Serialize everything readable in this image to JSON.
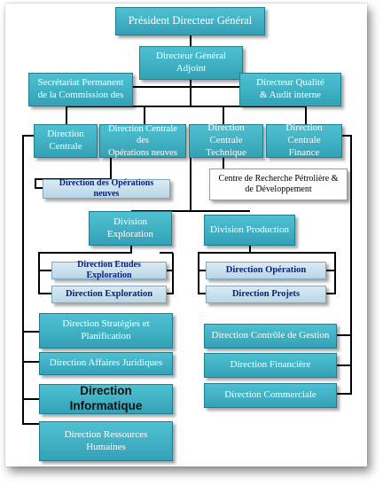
{
  "org": {
    "pdg": "Président Directeur Général",
    "dga": [
      "Directeur Général",
      "Adjoint"
    ],
    "secretariat": [
      "Secrétariat Permanent",
      "de la Commission des"
    ],
    "qualite": [
      "Directeur Qualité",
      "& Audit interne"
    ],
    "dir_centrale": [
      "Direction",
      "Centrale"
    ],
    "dir_ops_neuves_centrale": [
      "Direction Centrale des",
      "Opérations neuves"
    ],
    "dir_centrale_technique": [
      "Direction Centrale",
      "Technique"
    ],
    "dir_centrale_finance": [
      "Direction Centrale",
      "Finance"
    ],
    "dir_ops_neuves": "Direction des Opérations neuves",
    "centre_recherche": [
      "Centre de Recherche Pétrolière &",
      "de Développement"
    ],
    "division_exploration": [
      "Division",
      "Exploration"
    ],
    "division_production": "Division Production",
    "dir_etudes_exploration": "Direction Etudes Exploration",
    "dir_exploration": "Direction Exploration",
    "dir_operation": "Direction Opération",
    "dir_projets": "Direction Projets",
    "dir_strategies": [
      "Direction Stratégies et",
      "Planification"
    ],
    "dir_affaires_juridiques": "Direction Affaires Juridiques",
    "dir_informatique": "Direction Informatique",
    "dir_rh": [
      "Direction Ressources",
      "Humaines"
    ],
    "dir_controle_gestion": "Direction Contrôle de Gestion",
    "dir_financiere": "Direction Financière",
    "dir_commerciale": "Direction Commerciale"
  }
}
